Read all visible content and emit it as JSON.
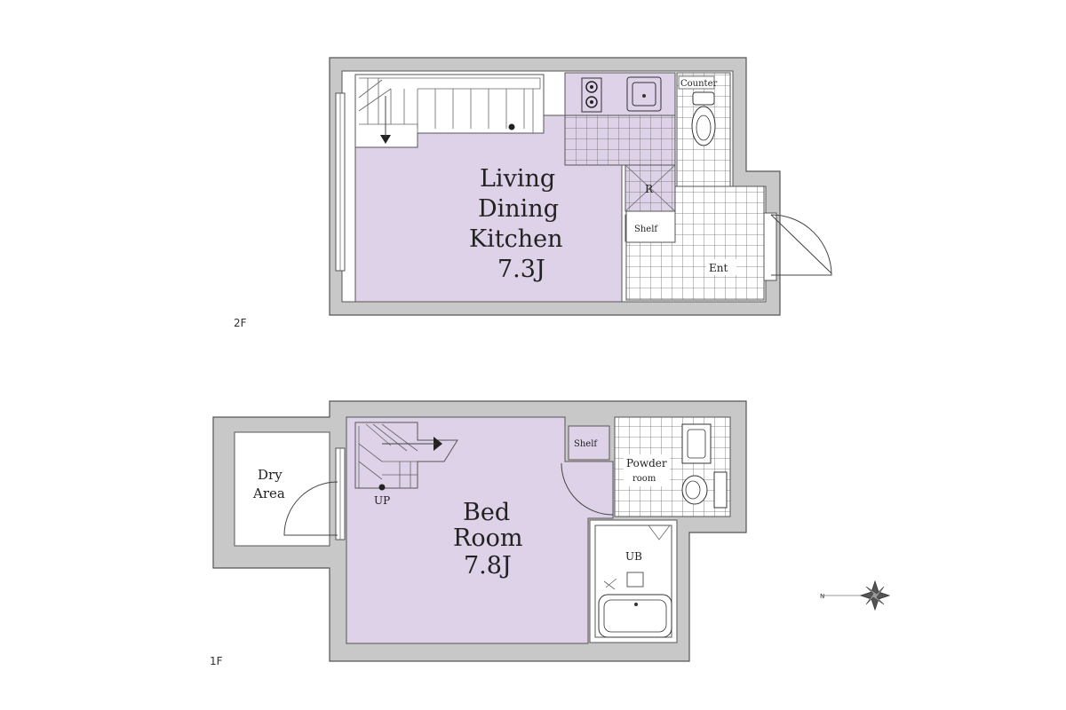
{
  "floors": {
    "upper": {
      "floor_label": "2F",
      "ldk": {
        "line1": "Living",
        "line2": "Dining",
        "line3": "Kitchen",
        "size": "7.3J"
      },
      "stairs_label": "DN",
      "counter_label": "Counter",
      "refrigerator_label": "R",
      "shelf_label": "Shelf",
      "entrance_label": "Ent"
    },
    "lower": {
      "floor_label": "1F",
      "bedroom": {
        "line1": "Bed",
        "line2": "Room",
        "size": "7.8J"
      },
      "stairs_label": "UP",
      "dry_area": {
        "line1": "Dry",
        "line2": "Area"
      },
      "shelf_label": "Shelf",
      "powder_room": {
        "line1": "Powder",
        "line2": "room"
      },
      "bath_label": "UB"
    }
  },
  "compass": {
    "north_label": "N"
  },
  "colors": {
    "room_fill": "#ddd2e8",
    "wall_fill": "#c8c8c8",
    "tile_line": "#666666"
  }
}
